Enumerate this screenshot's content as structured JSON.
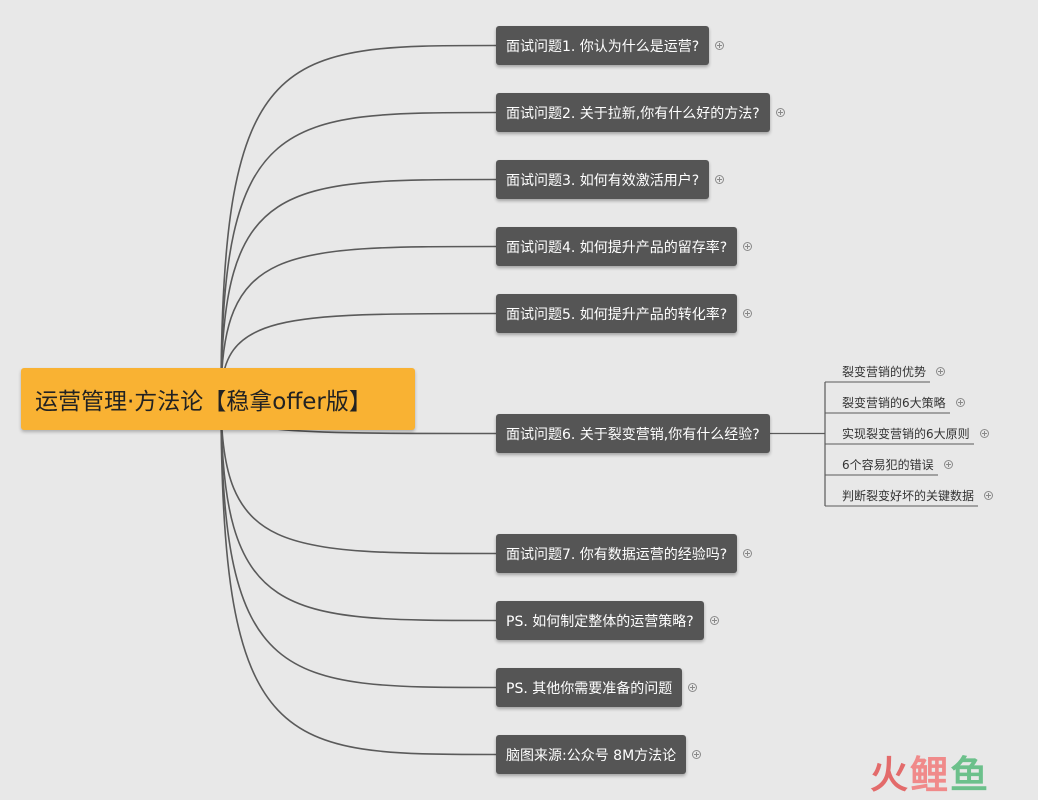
{
  "root": {
    "label": "运营管理·方法论【稳拿offer版】"
  },
  "nodes": [
    {
      "label": "面试问题1. 你认为什么是运营?"
    },
    {
      "label": "面试问题2. 关于拉新,你有什么好的方法?"
    },
    {
      "label": "面试问题3. 如何有效激活用户?"
    },
    {
      "label": "面试问题4. 如何提升产品的留存率?"
    },
    {
      "label": "面试问题5. 如何提升产品的转化率?"
    },
    {
      "label": "面试问题6. 关于裂变营销,你有什么经验?"
    },
    {
      "label": "面试问题7. 你有数据运营的经验吗?"
    },
    {
      "label": "PS. 如何制定整体的运营策略?"
    },
    {
      "label": "PS. 其他你需要准备的问题"
    },
    {
      "label": "脑图来源:公众号 8M方法论"
    }
  ],
  "subnodes": [
    {
      "label": "裂变营销的优势"
    },
    {
      "label": "裂变营销的6大策略"
    },
    {
      "label": "实现裂变营销的6大原则"
    },
    {
      "label": "6个容易犯的错误"
    },
    {
      "label": "判断裂变好坏的关键数据"
    }
  ],
  "watermark": {
    "part1": "火",
    "part2": "鲤",
    "part3": "鱼"
  },
  "colors": {
    "background": "#e8e8e8",
    "root": "#f9b233",
    "node": "#555555",
    "line": "#5a5a5a"
  }
}
